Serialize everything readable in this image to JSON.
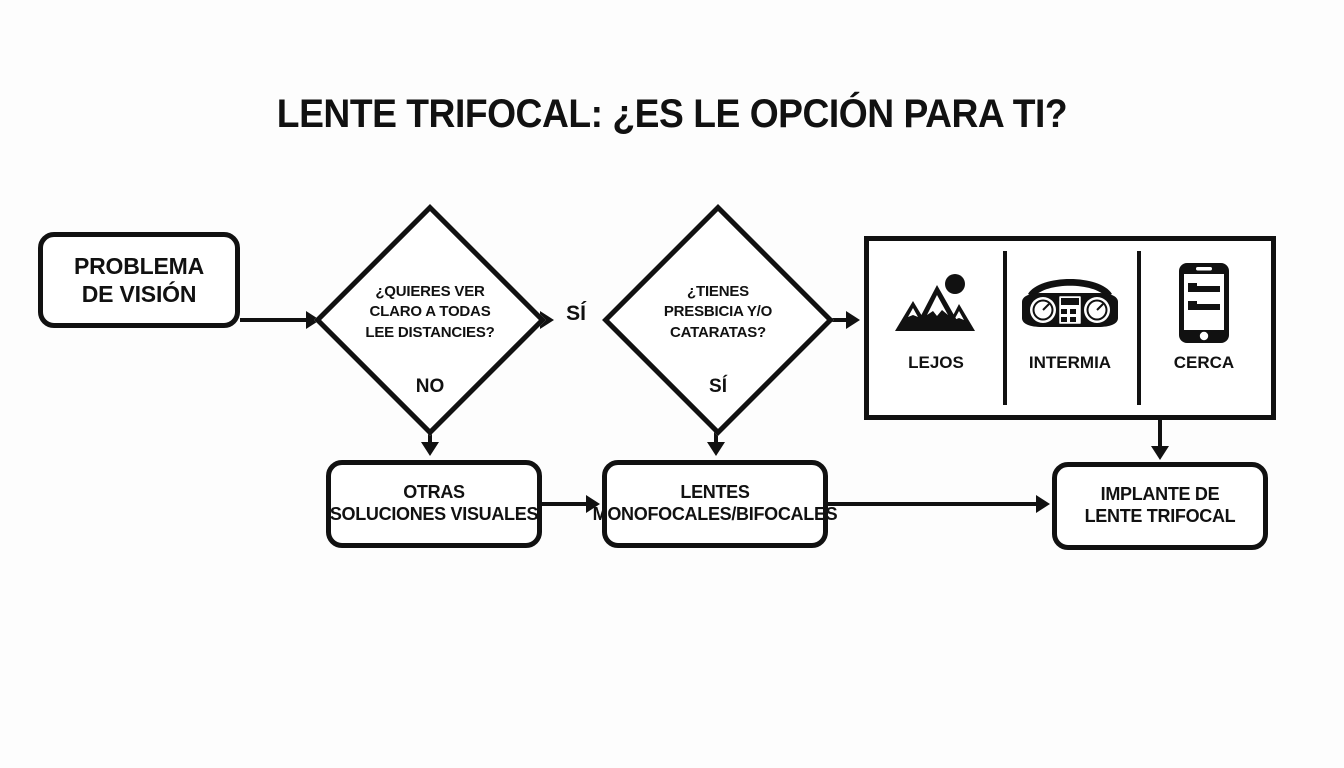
{
  "title": "LENTE TRIFOCAL: ¿ES LE OPCIÓN PARA TI?",
  "nodes": {
    "start": {
      "line1": "PROBLEMA",
      "line2": "DE VISIÓN"
    },
    "decision1": {
      "line1": "¿QUIERES VER",
      "line2": "CLARO A TODAS",
      "line3": "LEE DISTANCIES?",
      "answer": "NO"
    },
    "decision2": {
      "line1": "¿TIENES",
      "line2": "PRESBICIA Y/O",
      "line3": "CATARATAS?",
      "answer": "SÍ"
    },
    "other_solutions": {
      "line1": "OTRAS",
      "line2": "SOLUCIONES VISUALES"
    },
    "mono_bifocal": {
      "line1": "LENTES",
      "line2": "MONOFOCALES/BIFOCALES"
    },
    "implant": {
      "line1": "IMPLANTE DE",
      "line2": "LENTE TRIFOCAL"
    }
  },
  "edge_labels": {
    "yes_between_decisions": "SÍ"
  },
  "vision_panels": [
    {
      "label": "LEJOS",
      "icon": "mountains-sun-icon"
    },
    {
      "label": "INTERMIA",
      "icon": "car-dashboard-icon"
    },
    {
      "label": "CERCA",
      "icon": "smartphone-icon"
    }
  ],
  "colors": {
    "ink": "#111111",
    "background": "#fdfdfd",
    "fill": "#ffffff"
  }
}
